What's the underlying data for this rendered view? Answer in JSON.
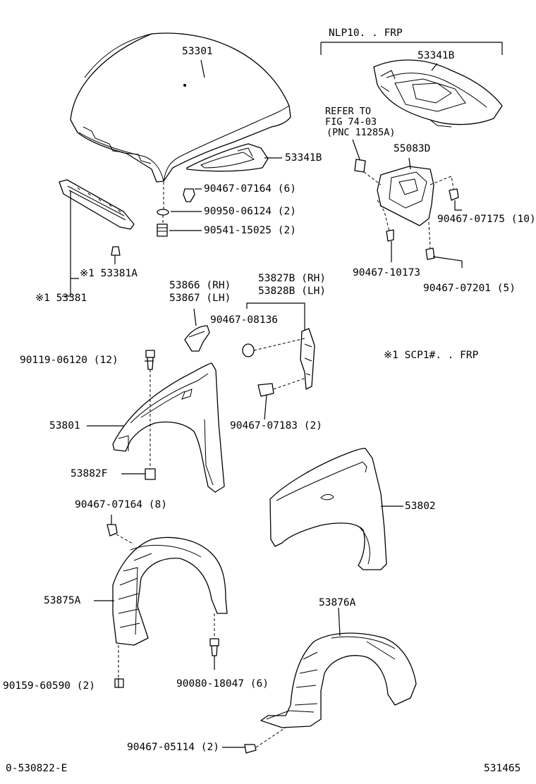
{
  "labels": {
    "hood": "53301",
    "frp_note": "NLP10. . FRP",
    "insulator_top": "53341B",
    "insulator_left": "53341B",
    "refer_1": "REFER TO",
    "refer_2": "FIG 74-03",
    "refer_3": "(PNC 11285A)",
    "bracket": "55083D",
    "clip_hood": "90467-07164 (6)",
    "seal": "90950-06124 (2)",
    "cushion": "90541-15025 (2)",
    "clip_bracket_a": "90467-07175 (10)",
    "clip_bracket_b": "90467-10173",
    "clip_bracket_c": "90467-07201 (5)",
    "garnish_clip": "※1 53381A",
    "garnish": "※1 53381",
    "seal_rh": "53866 (RH)",
    "seal_lh": "53867 (LH)",
    "liner_rh": "53827B (RH)",
    "liner_lh": "53828B (LH)",
    "clip_liner": "90467-08136",
    "scp_note": "※1 SCP1#. . FRP",
    "bolt_fender": "90119-06120 (12)",
    "fender_rh": "53801",
    "clip_liner_b": "90467-07183 (2)",
    "nut": "53882F",
    "fender_lh": "53802",
    "clip_shield": "90467-07164 (8)",
    "shield_rh": "53875A",
    "shield_lh": "53876A",
    "screw_shield": "90159-60590 (2)",
    "bolt_shield": "90080-18047 (6)",
    "clip_bottom": "90467-05114 (2)",
    "footer_left": "0-530822-E",
    "footer_right": "531465"
  }
}
